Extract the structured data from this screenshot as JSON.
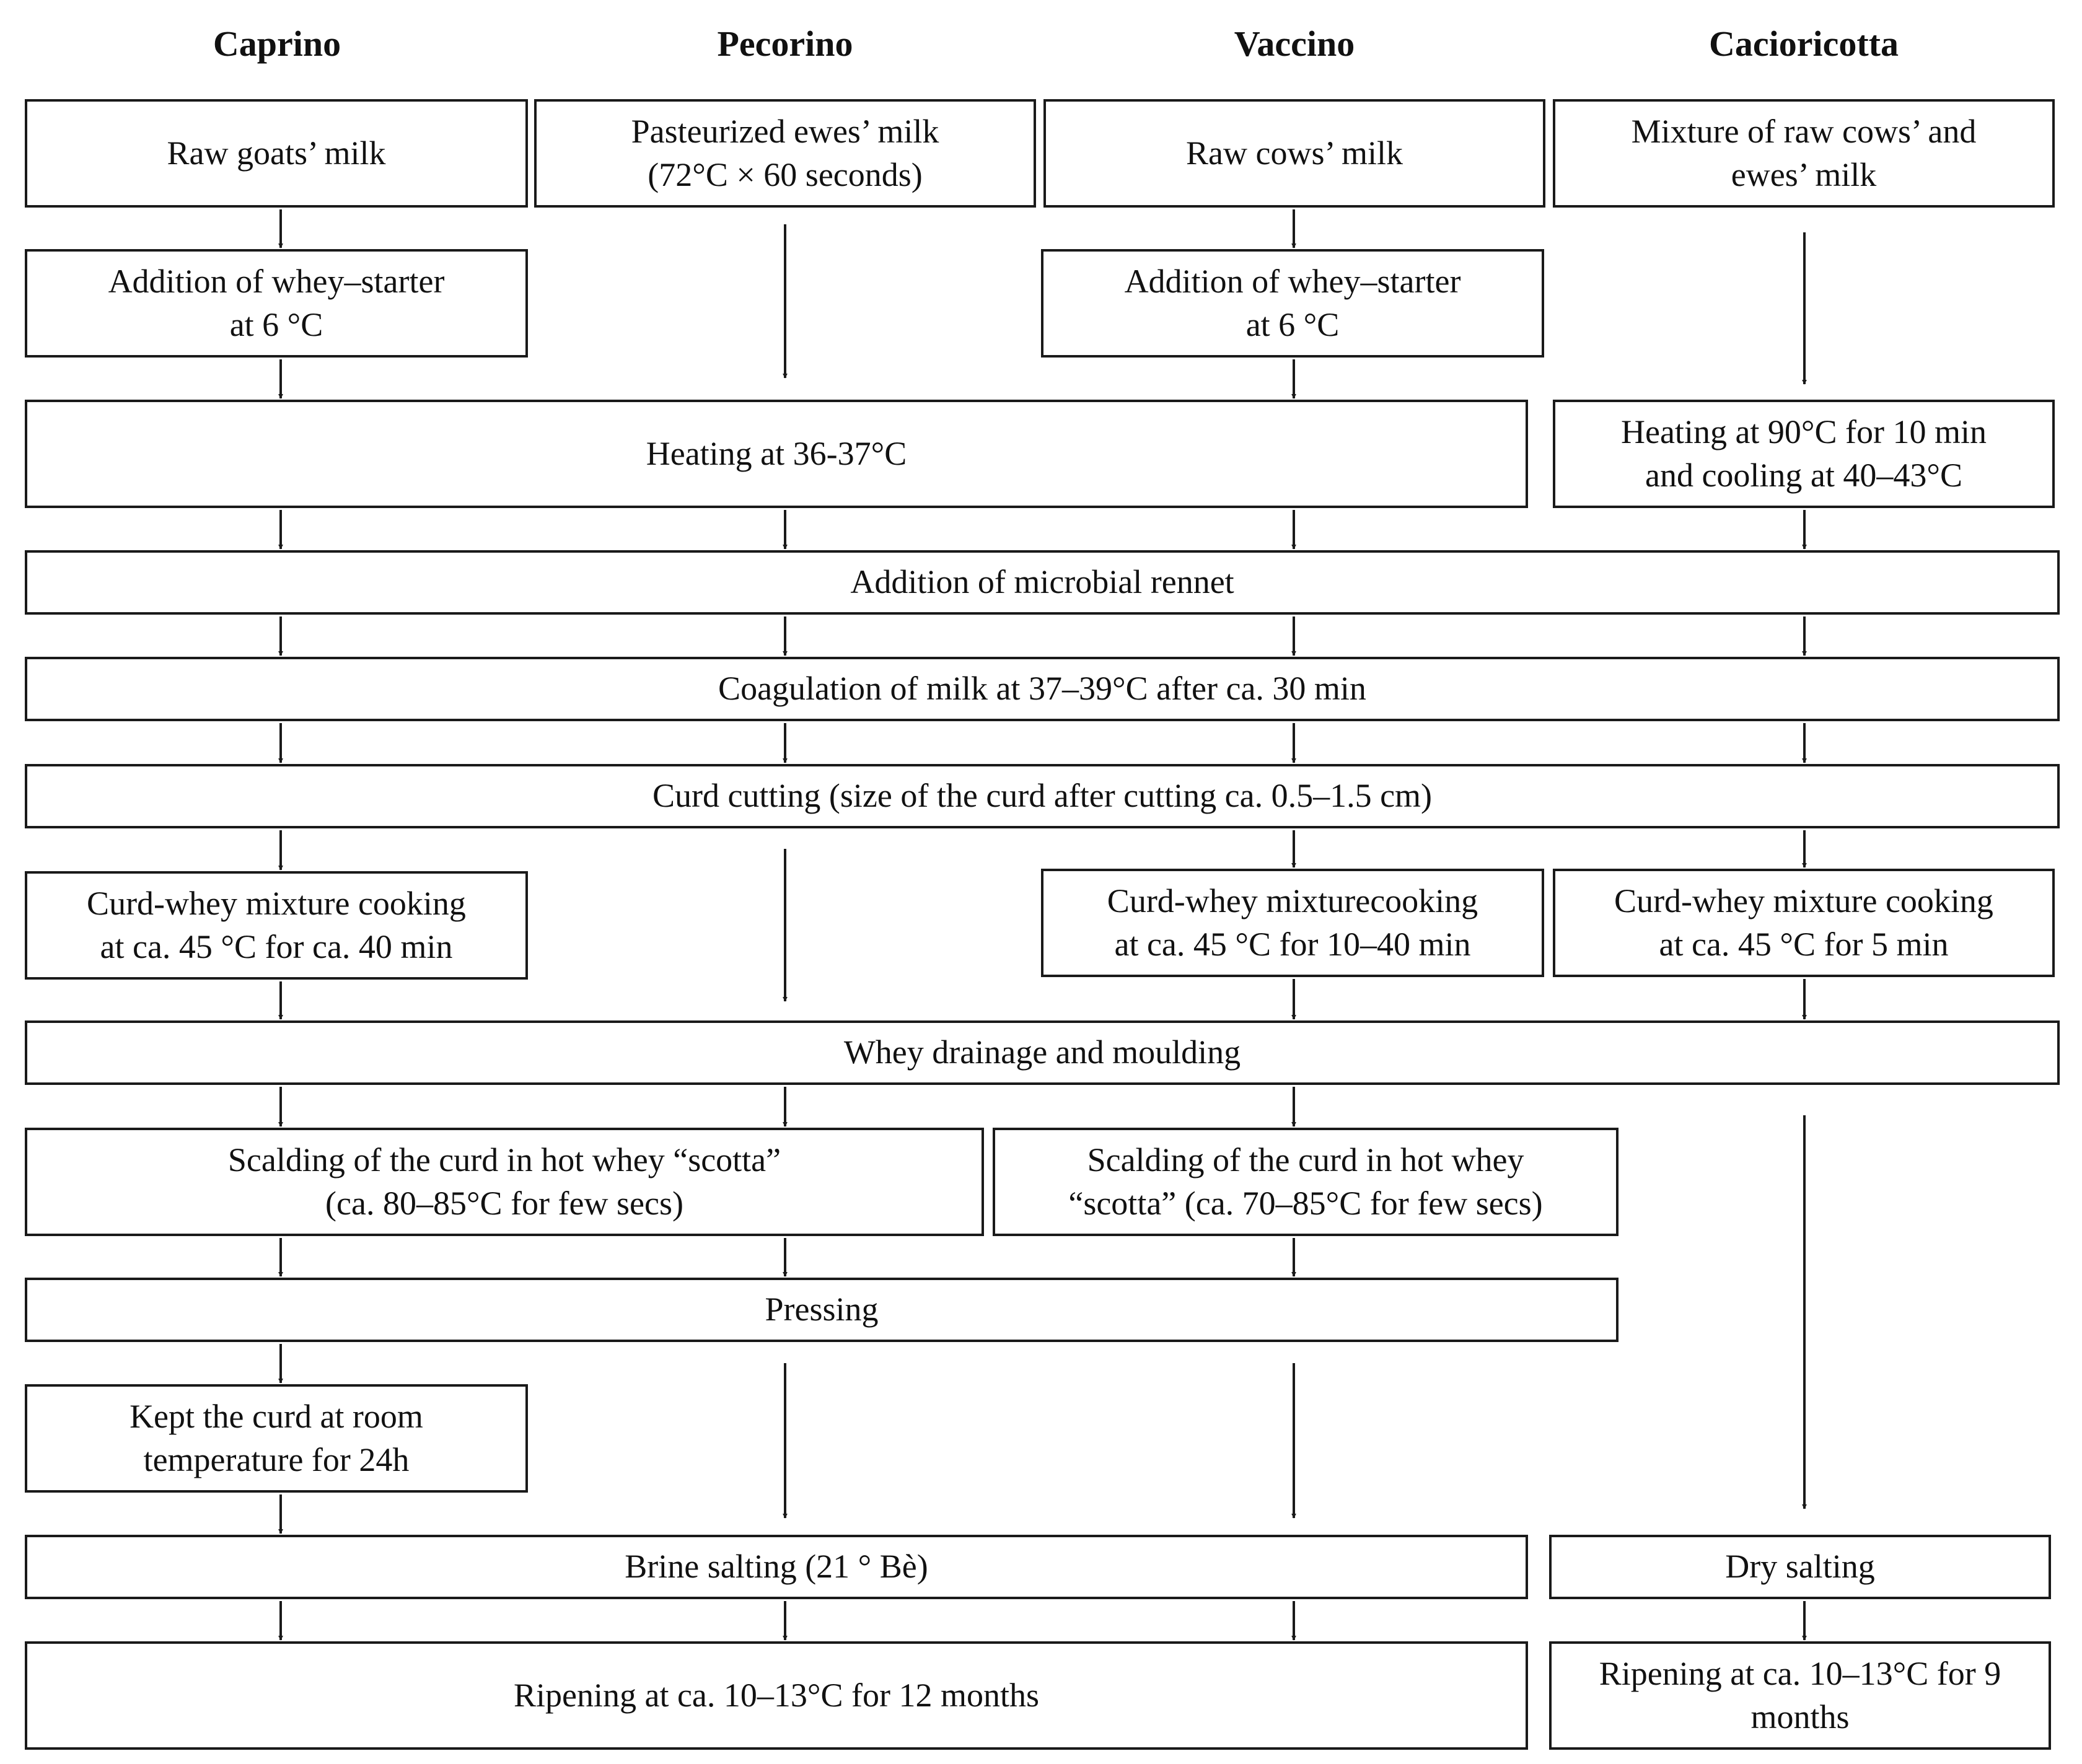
{
  "headers": {
    "caprino": "Caprino",
    "pecorino": "Pecorino",
    "vaccino": "Vaccino",
    "cacioricotta": "Cacioricotta"
  },
  "steps": {
    "caprino_milk": "Raw goats’ milk",
    "pecorino_milk": "Pasteurized ewes’ milk\n(72°C × 60 seconds)",
    "vaccino_milk": "Raw cows’ milk",
    "cacioricotta_milk": "Mixture of raw cows’ and\newes’ milk",
    "caprino_starter": "Addition of whey–starter\nat 6 °C",
    "vaccino_starter": "Addition of whey–starter\nat 6 °C",
    "heating_shared": "Heating at 36-37°C",
    "cacioricotta_heating": "Heating at 90°C  for 10 min\nand cooling at 40–43°C",
    "rennet": "Addition of microbial rennet",
    "coagulation": "Coagulation of milk at 37–39°C after ca. 30 min",
    "curd_cutting": "Curd cutting (size of the curd after cutting ca. 0.5–1.5 cm)",
    "caprino_cooking": "Curd-whey mixture cooking\nat ca. 45 °C for  ca. 40 min",
    "vaccino_cooking": "Curd-whey mixturecooking\nat ca. 45 °C for 10–40 min",
    "cacioricotta_cooking": "Curd-whey mixture cooking\nat ca. 45 °C for 5 min",
    "drainage": "Whey drainage and moulding",
    "scalding_1": "Scalding of the curd in hot whey “scotta”\n(ca. 80–85°C for few secs)",
    "scalding_2": "Scalding of the curd in hot whey\n“scotta” (ca. 70–85°C for few secs)",
    "pressing": "Pressing",
    "caprino_kept": "Kept the curd at room\ntemperature for 24h",
    "brine_salting": "Brine salting (21 ° Bè)",
    "dry_salting": "Dry salting",
    "ripening_12": "Ripening at ca. 10–13°C for 12 months",
    "ripening_9": "Ripening at ca. 10–13°C for 9\nmonths"
  }
}
